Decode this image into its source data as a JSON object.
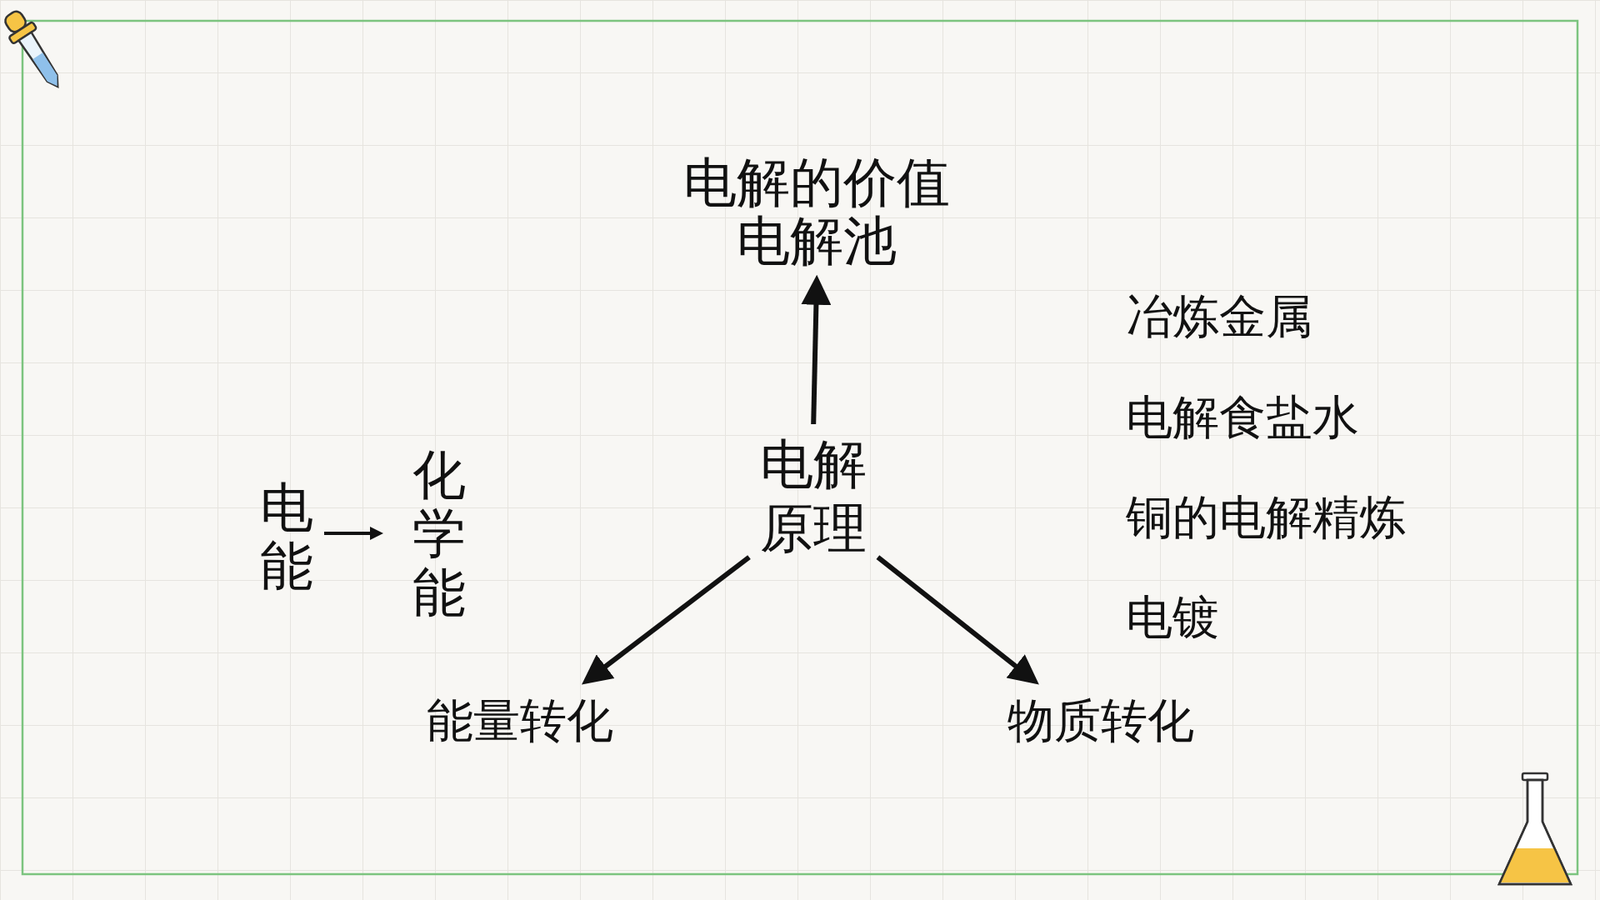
{
  "diagram": {
    "nodes": [
      {
        "text": [
          "电解 原理"
        ]
      },
      {
        "text": [
          "电解的价值",
          "电解池"
        ]
      },
      {
        "text": [
          "能量转化"
        ]
      },
      {
        "text": [
          "物质转化"
        ]
      }
    ],
    "edges": [
      {
        "from": 0,
        "to": 1,
        "arrow": "to"
      },
      {
        "from": 0,
        "to": 2,
        "arrow": "to"
      },
      {
        "from": 0,
        "to": 3,
        "arrow": "to"
      }
    ],
    "labels": [
      "电能",
      "化学能",
      "冶炼金属",
      "电解食盐水",
      "铜的电解精炼",
      "电镀"
    ]
  }
}
